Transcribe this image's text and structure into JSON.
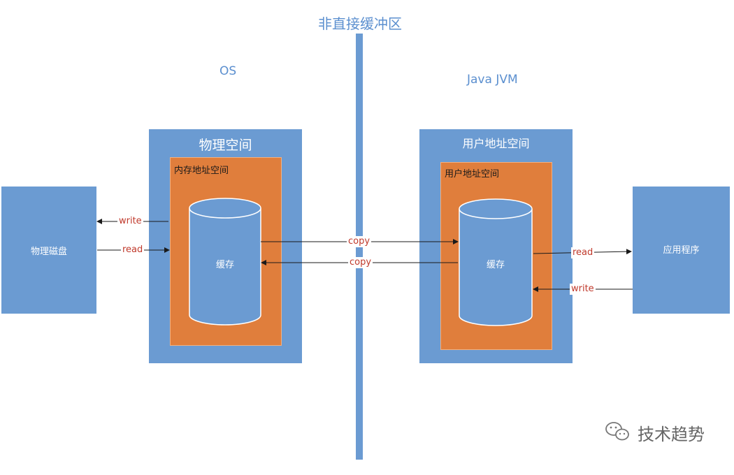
{
  "header": {
    "title": "非直接缓冲区"
  },
  "os": {
    "label": "OS",
    "physical_space_title": "物理空间",
    "memory_space_title": "内存地址空间",
    "cache_label": "缓存"
  },
  "jvm": {
    "label": "Java JVM",
    "user_space_title": "用户地址空间",
    "inner_user_space_title": "用户地址空间",
    "cache_label": "缓存"
  },
  "disk": {
    "label": "物理磁盘"
  },
  "app": {
    "label": "应用程序"
  },
  "arrows": {
    "os_write": "write",
    "os_read": "read",
    "copy_to_jvm": "copy",
    "copy_to_os": "copy",
    "jvm_read": "read",
    "jvm_write": "write"
  },
  "watermark": {
    "text": "技术趋势",
    "icon": "wechat-icon"
  },
  "colors": {
    "blue": "#6b9bd2",
    "orange": "#e07e3c",
    "text_blue": "#5b8fcf",
    "arrow_red": "#c0392b"
  }
}
